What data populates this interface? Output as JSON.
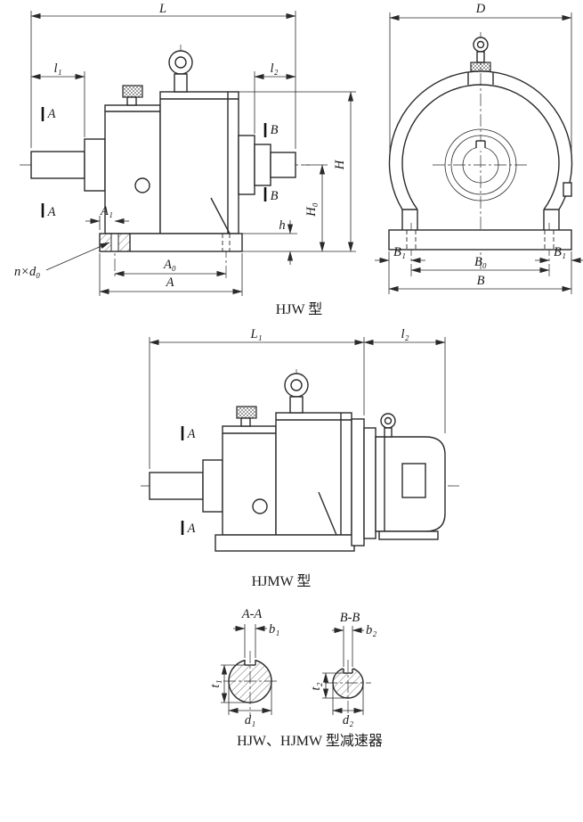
{
  "drawing": {
    "caption_hjw": "HJW 型",
    "caption_hjmw": "HJMW 型",
    "caption_footer": "HJW、HJMW 型减速器"
  },
  "hjw_side": {
    "L": "L",
    "l1": "l₁",
    "l2": "l₂",
    "A_mark": "A",
    "B_mark": "B",
    "H": "H",
    "H0": "H₀",
    "h": "h",
    "A1": "A₁",
    "A0": "A₀",
    "A": "A",
    "n_d0": "n×d₀"
  },
  "hjw_front": {
    "D": "D",
    "B1": "B₁",
    "B0": "B₀",
    "B": "B"
  },
  "hjmw_side": {
    "L1": "L₁",
    "l2": "l₂",
    "A_mark": "A"
  },
  "section_aa": {
    "title": "A-A",
    "b1": "b₁",
    "t1": "t₁",
    "d1": "d₁"
  },
  "section_bb": {
    "title": "B-B",
    "b2": "b₂",
    "t2": "t₂",
    "d2": "d₂"
  }
}
